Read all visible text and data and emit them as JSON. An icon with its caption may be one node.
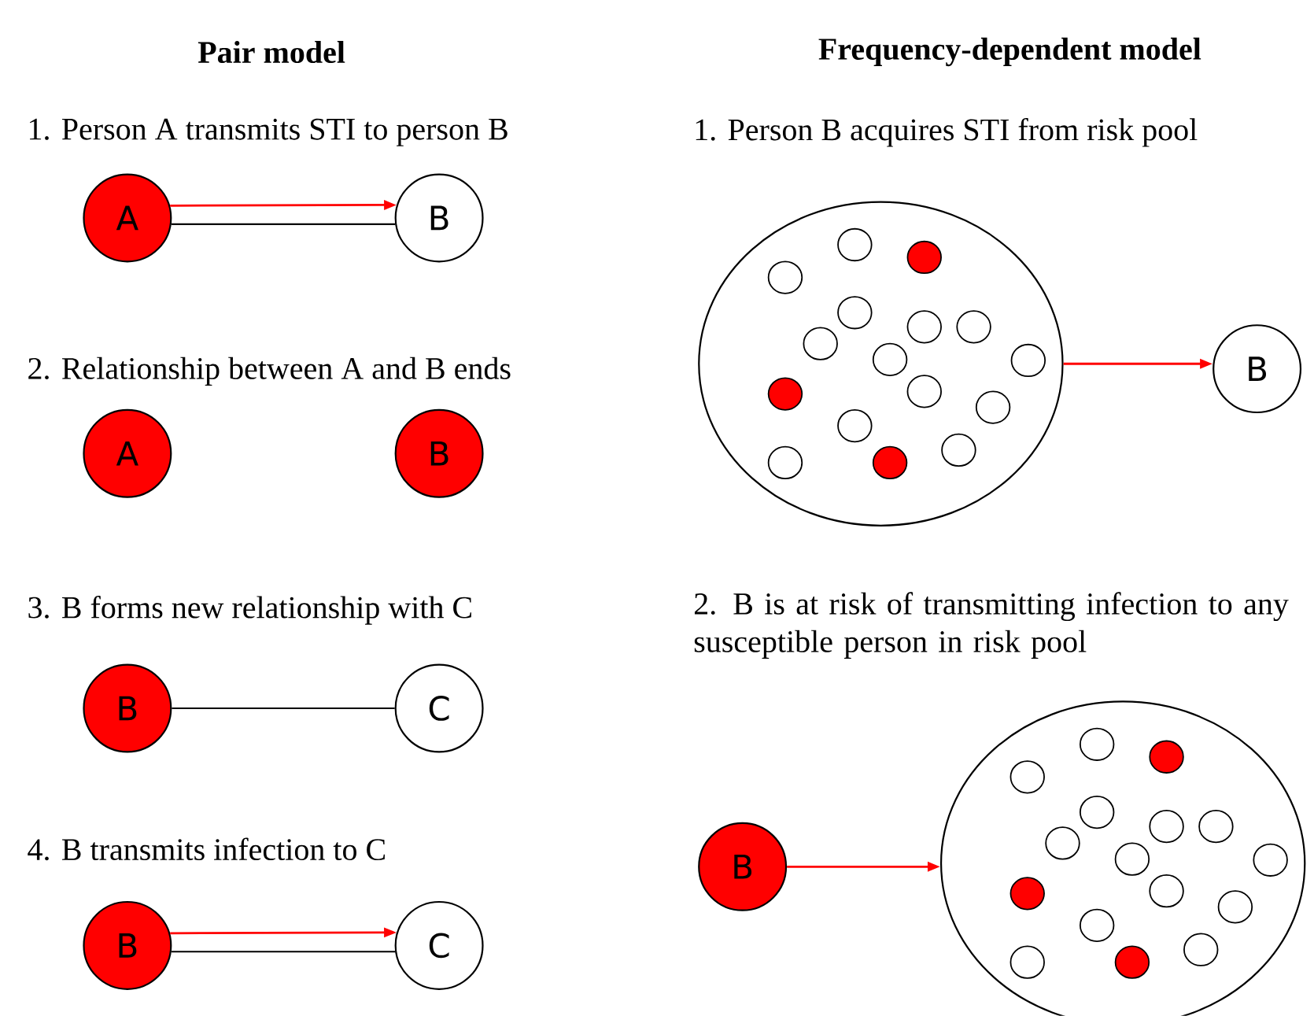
{
  "diagram": {
    "nodes": [
      {
        "text": [
          "A"
        ]
      },
      {
        "text": [
          "B"
        ]
      },
      {
        "text": [
          "A"
        ]
      },
      {
        "text": [
          "B"
        ]
      },
      {
        "text": [
          "B"
        ]
      },
      {
        "text": [
          "C"
        ]
      },
      {
        "text": [
          "B"
        ]
      },
      {
        "text": [
          "C"
        ]
      },
      {
        "text": [],
        "shape": "circle"
      },
      {
        "text": [
          "B"
        ]
      },
      {
        "text": [
          "B"
        ]
      },
      {
        "text": [],
        "shape": "circle"
      }
    ],
    "edges": [
      {
        "from": 0,
        "to": 1,
        "arrow": "none",
        "color": "#000000"
      },
      {
        "from": 0,
        "to": 1,
        "arrow": "to",
        "color": "#ff0000"
      },
      {
        "from": 4,
        "to": 5,
        "arrow": "none",
        "color": "#000000"
      },
      {
        "from": 6,
        "to": 7,
        "arrow": "none",
        "color": "#000000"
      },
      {
        "from": 6,
        "to": 7,
        "arrow": "to",
        "color": "#ff0000"
      },
      {
        "from": 8,
        "to": 9,
        "arrow": "to",
        "color": "#ff0000"
      },
      {
        "from": 10,
        "to": 11,
        "arrow": "to",
        "color": "#ff0000"
      }
    ],
    "labels": [
      "Pair model",
      "Frequency-dependent model",
      "1. Person A transmits STI to person B",
      "1. Person B acquires STI from risk pool",
      "2. Relationship between A and B ends",
      "3. B forms new relationship with C",
      "2. B is at risk of transmitting infection to any susceptible person in risk pool",
      "4. B transmits infection to C"
    ]
  }
}
